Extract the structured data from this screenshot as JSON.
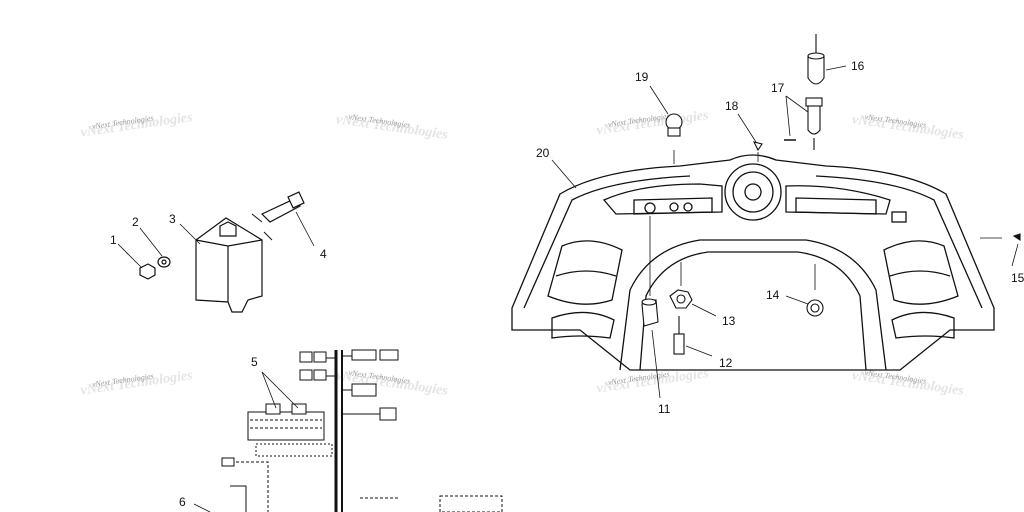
{
  "diagram": {
    "watermark": "vNext Technologies",
    "callouts": [
      "1",
      "2",
      "3",
      "4",
      "5",
      "6",
      "11",
      "12",
      "13",
      "14",
      "15",
      "16",
      "17",
      "18",
      "19",
      "20"
    ]
  }
}
